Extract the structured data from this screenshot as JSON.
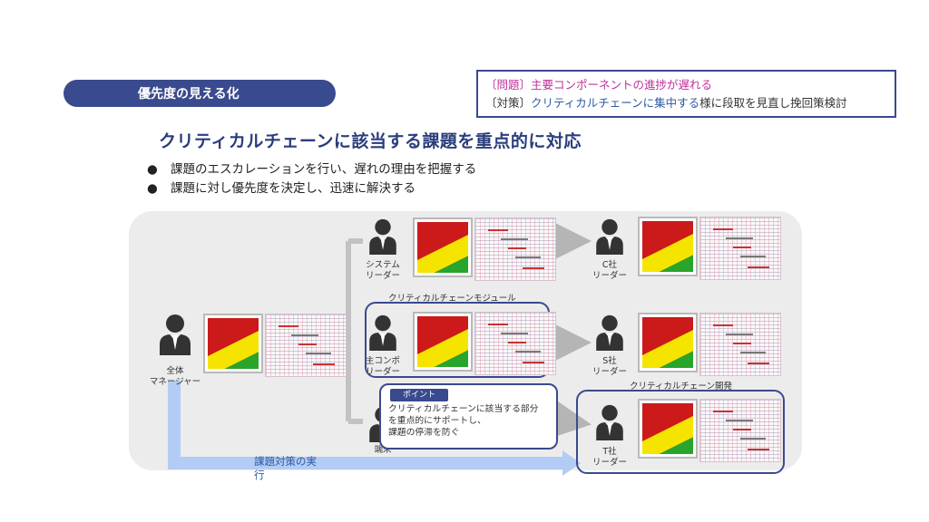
{
  "slide": {
    "section_label": "優先度の見える化",
    "issue_box": {
      "problem": "〔問題〕主要コンポーネントの進捗が遅れる",
      "measure_prefix": "〔対策〕",
      "measure_highlight": "クリティカルチェーンに集中する",
      "measure_suffix": "様に段取を見直し挽回策検討"
    },
    "heading": "クリティカルチェーンに該当する課題を重点的に対応",
    "bullets": [
      "課題のエスカレーションを行い、遅れの理由を把握する",
      "課題に対し優先度を決定し、迅速に解決する"
    ],
    "bullet_mark": "●"
  },
  "diagram": {
    "people": {
      "overall_manager": [
        "全体",
        "マネージャー"
      ],
      "system_leader": [
        "システム",
        "リーダー"
      ],
      "main_component_leader": [
        "主コンポ",
        "リーダー"
      ],
      "terminal_leader": [
        "端末"
      ],
      "c_company_leader": [
        "C社",
        "リーダー"
      ],
      "s_company_leader": [
        "S社",
        "リーダー"
      ],
      "t_company_leader": [
        "T社",
        "リーダー"
      ]
    },
    "module_box_label": "クリティカルチェーンモジュール",
    "dev_box_label": "クリティカルチェーン開発",
    "callout": {
      "tag": "ポイント",
      "lines": [
        "クリティカルチェーンに該当する部分",
        "を重点的にサポートし、",
        "課題の停滞を防ぐ"
      ]
    },
    "arrow_text": [
      "課題対策の実",
      "行"
    ]
  },
  "colors": {
    "navy": "#3a4a8e",
    "problem_pink": "#c0309a",
    "arrow_blue": "#b3ccf5",
    "heat_red": "#cc1a1a",
    "heat_yellow": "#f5e400",
    "heat_green": "#28a52b"
  }
}
